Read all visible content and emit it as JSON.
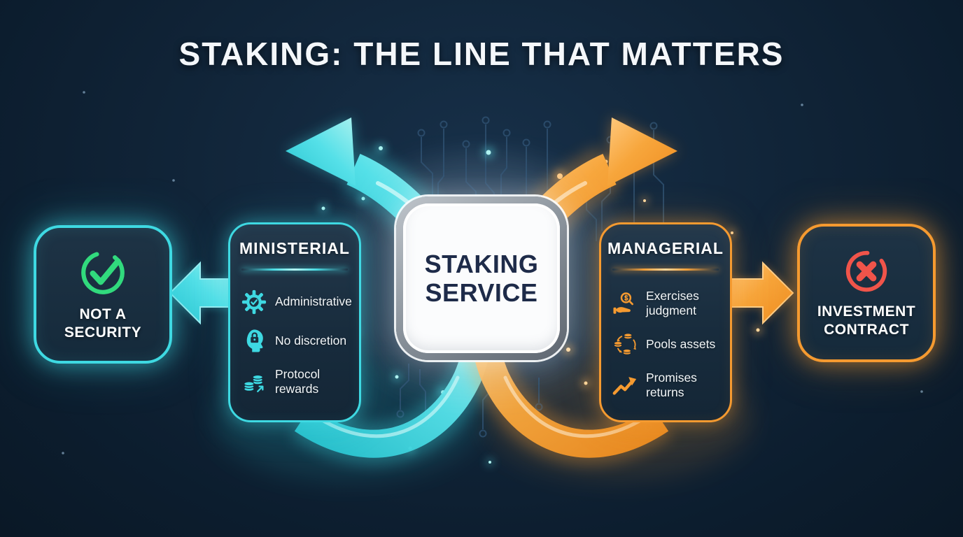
{
  "title": "STAKING: THE LINE THAT MATTERS",
  "center": {
    "label_line1": "STAKING",
    "label_line2": "SERVICE"
  },
  "left_branch": {
    "card": {
      "title": "MINISTERIAL",
      "items": [
        {
          "icon": "gear-check-icon",
          "label": "Administrative"
        },
        {
          "icon": "head-lock-icon",
          "label": "No discretion"
        },
        {
          "icon": "coins-reward-icon",
          "label": "Protocol rewards"
        }
      ]
    },
    "result": {
      "icon": "check-circle-icon",
      "label_line1": "NOT A",
      "label_line2": "SECURITY"
    }
  },
  "right_branch": {
    "card": {
      "title": "MANAGERIAL",
      "items": [
        {
          "icon": "hand-magnifier-dollar-icon",
          "label": "Exercises judgment"
        },
        {
          "icon": "pooled-coins-icon",
          "label": "Pools assets"
        },
        {
          "icon": "trend-up-icon",
          "label": "Promises returns"
        }
      ]
    },
    "result": {
      "icon": "x-circle-icon",
      "label_line1": "INVESTMENT",
      "label_line2": "CONTRACT"
    }
  },
  "colors": {
    "background": "#0e2133",
    "cyan": "#3ed9e2",
    "orange": "#f59a30",
    "green": "#31da7d",
    "red": "#f0544a",
    "card_bg": "#1b3040",
    "center_text": "#1e2b49",
    "white": "#ffffff"
  }
}
